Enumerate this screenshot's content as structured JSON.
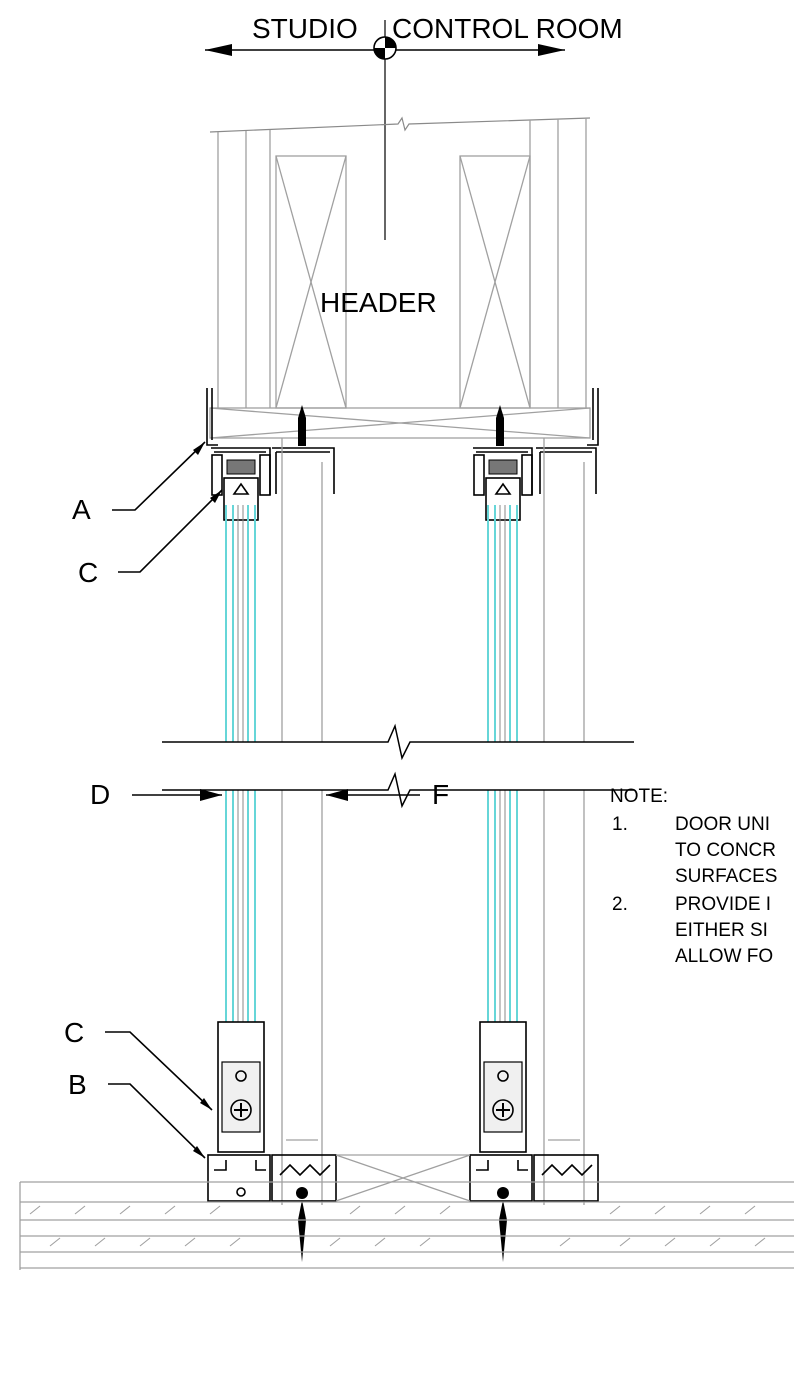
{
  "labels": {
    "studio": "STUDIO",
    "control_room": "CONTROL ROOM",
    "header": "HEADER",
    "a": "A",
    "b": "B",
    "c_top": "C",
    "c_bottom": "C",
    "d": "D",
    "f": "F"
  },
  "note": {
    "title": "NOTE:",
    "items": [
      {
        "num": "1.",
        "lines": [
          "DOOR UNI",
          "TO CONCR",
          "SURFACES"
        ]
      },
      {
        "num": "2.",
        "lines": [
          "PROVIDE I",
          "EITHER SI",
          "ALLOW FO"
        ]
      }
    ]
  },
  "colors": {
    "glass": "#66d6d8",
    "line": "#000000",
    "framing": "#a0a0a0"
  }
}
